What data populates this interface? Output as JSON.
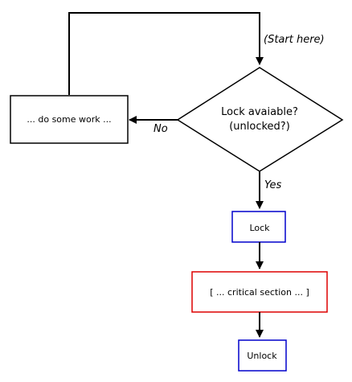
{
  "diagram": {
    "start_label": "(Start here)",
    "decision": {
      "line1": "Lock avaiable?",
      "line2": "(unlocked?)"
    },
    "work_box": "... do some work ...",
    "no_label": "No",
    "yes_label": "Yes",
    "lock_box": "Lock",
    "critical_box": "[ ... critical section ... ]",
    "unlock_box": "Unlock"
  },
  "colors": {
    "line": "#000000",
    "default_border": "#000000",
    "lock_border": "#0000cc",
    "critical_border": "#dd0000",
    "unlock_border": "#0000cc"
  }
}
